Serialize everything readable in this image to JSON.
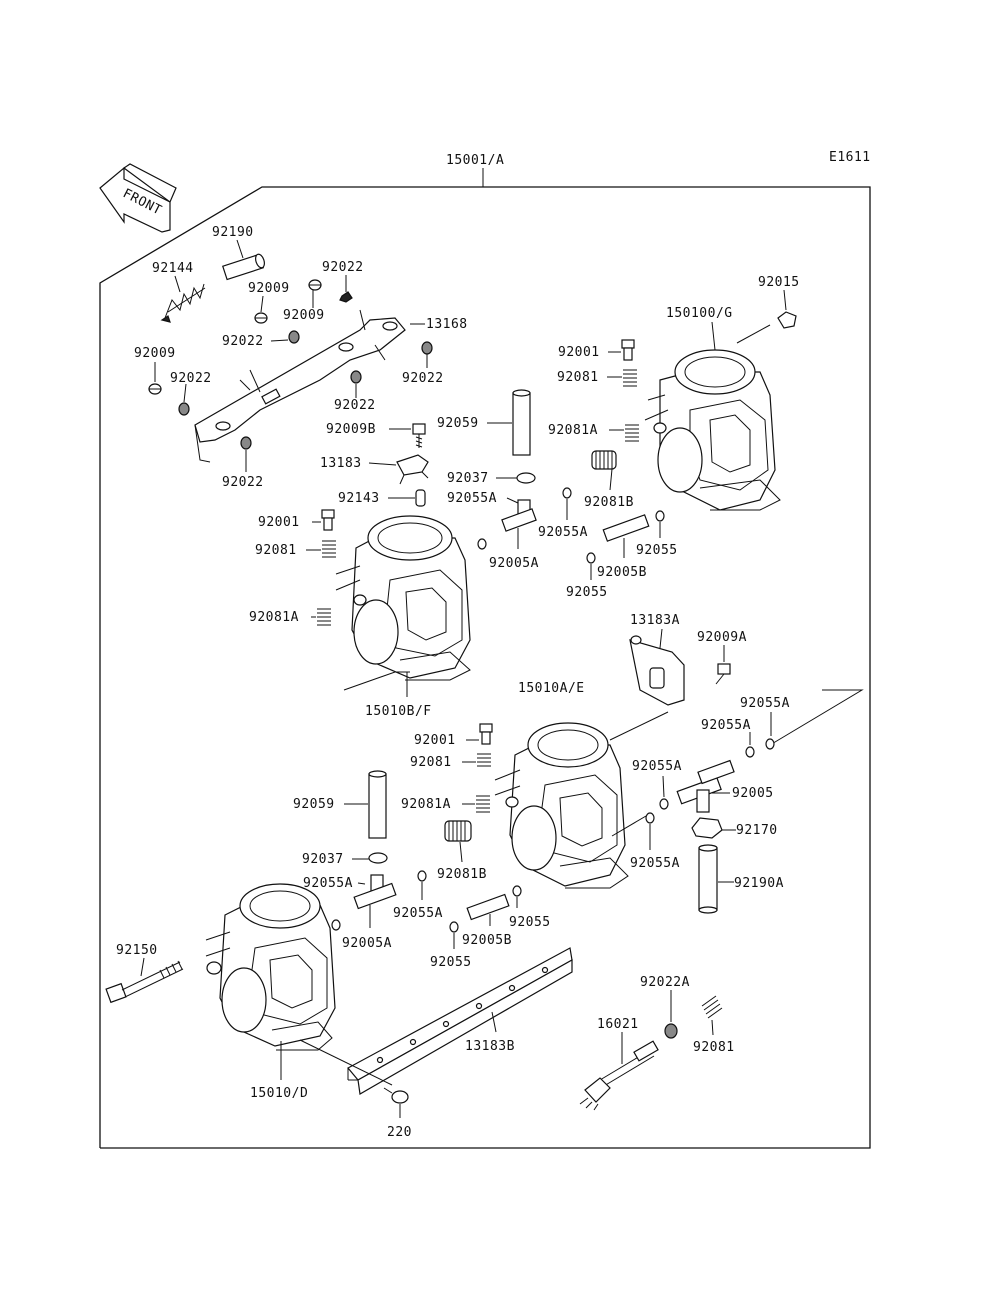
{
  "diagram_code": "E1611",
  "front_arrow_label": "FRONT",
  "colors": {
    "line": "#111111",
    "background": "#ffffff",
    "shade": "#888888"
  },
  "labels": {
    "assembly": "15001/A",
    "p92190": "92190",
    "p92144": "92144",
    "p92022_top": "92022",
    "p92009_a": "92009",
    "p92009_b": "92009",
    "p13168": "13168",
    "p92009_left": "92009",
    "p92022_b": "92022",
    "p92022_c": "92022",
    "p92022_d": "92022",
    "p92022_e": "92022",
    "p92022_f": "92022",
    "p92009B": "92009B",
    "p13183": "13183",
    "p92143": "92143",
    "p92059_top": "92059",
    "p92037_top": "92037",
    "p92055A_top": "92055A",
    "p92005A_top": "92005A",
    "p92055A_top2": "92055A",
    "p92001_top": "92001",
    "p92081_top": "92081",
    "p92081A_top": "92081A",
    "p92081B_top": "92081B",
    "p92055_top": "92055",
    "p92005B_top": "92005B",
    "p92055_top2": "92055",
    "p92015": "92015",
    "p150100G": "150100/G",
    "p92001_mid": "92001",
    "p92081_mid": "92081",
    "p92081A_mid": "92081A",
    "p15010BF": "15010B/F",
    "p13183A": "13183A",
    "p92009A": "92009A",
    "p15010AE": "15010A/E",
    "p92055A_r1": "92055A",
    "p92055A_r2": "92055A",
    "p92001_low": "92001",
    "p92081_low": "92081",
    "p92081A_low": "92081A",
    "p92059_low": "92059",
    "p92037_low": "92037",
    "p92081B_low": "92081B",
    "p92055A_low": "92055A",
    "p92055A_low2": "92055A",
    "p92005A_low": "92005A",
    "p92005B_low": "92005B",
    "p92055_low": "92055",
    "p92055_low2": "92055",
    "p92055A_r3": "92055A",
    "p92005": "92005",
    "p92170": "92170",
    "p92055A_r4": "92055A",
    "p92190A": "92190A",
    "p92150": "92150",
    "p13183B": "13183B",
    "p92022A": "92022A",
    "p16021": "16021",
    "p92081_br": "92081",
    "p15010D": "15010/D",
    "p220": "220"
  }
}
